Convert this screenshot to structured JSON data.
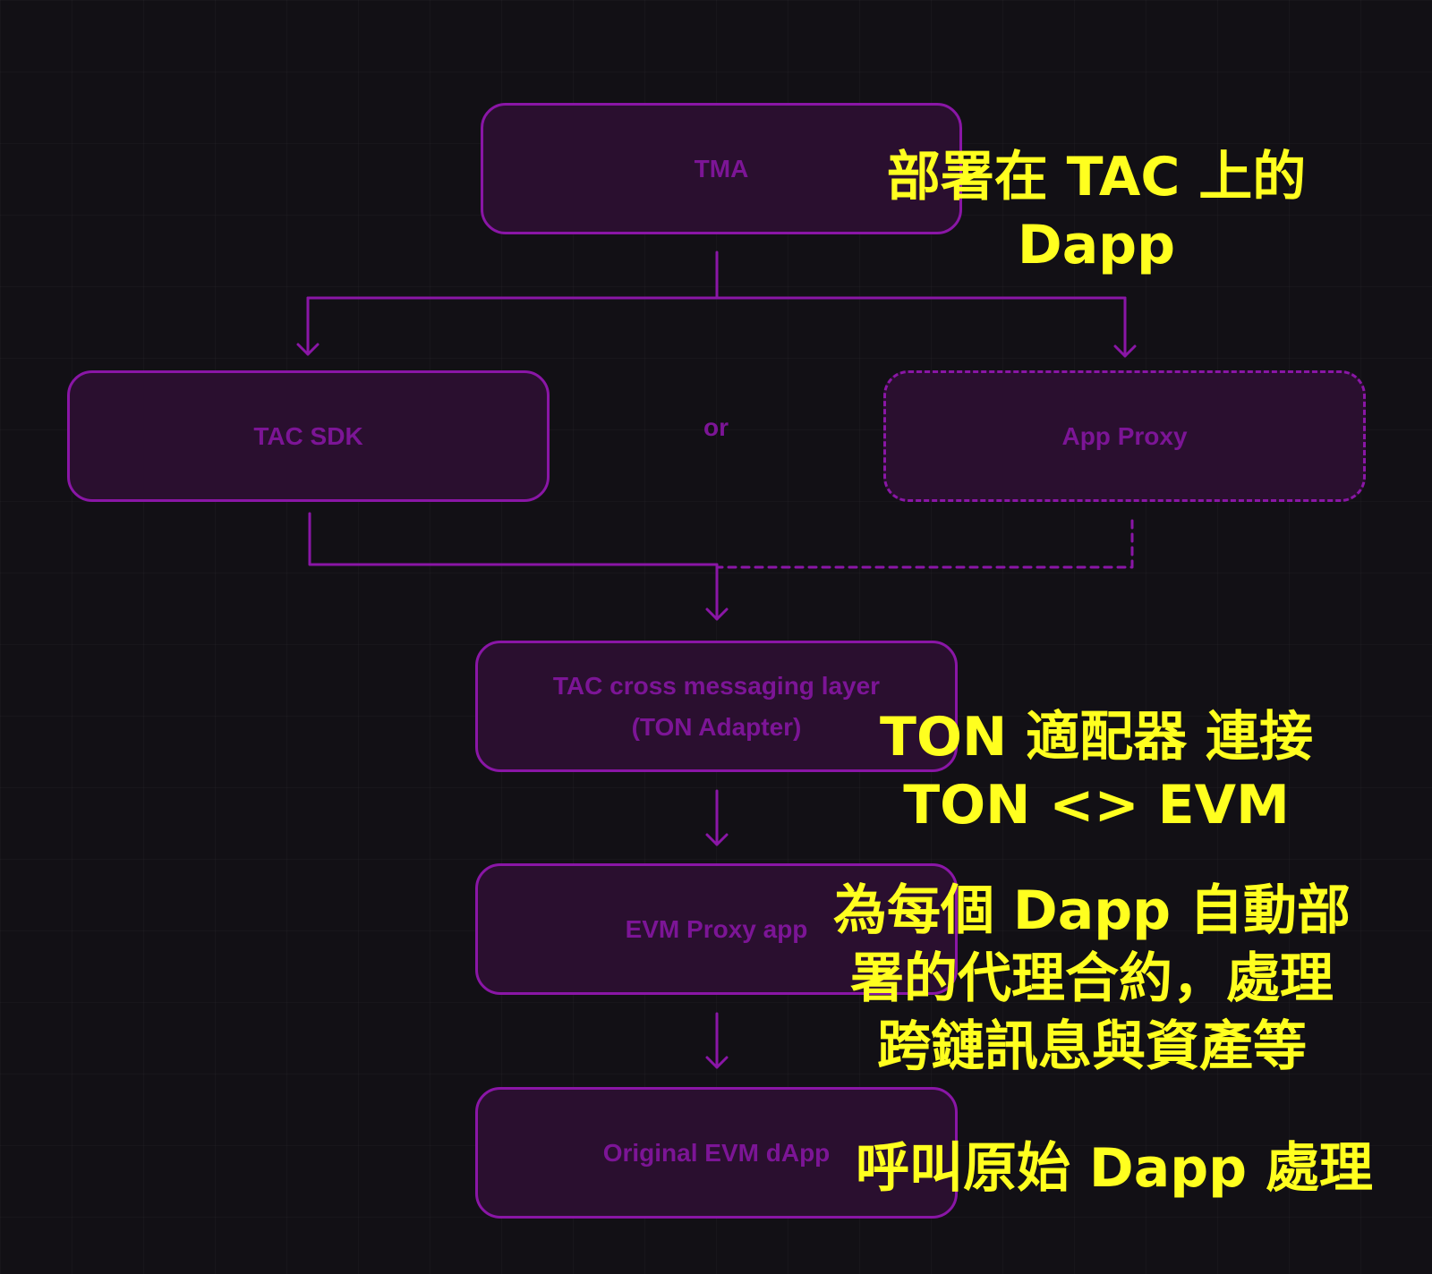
{
  "nodes": {
    "tma": "TMA",
    "tac_sdk": "TAC SDK",
    "or_label": "or",
    "app_proxy": "App Proxy",
    "cross_messaging": {
      "line1": "TAC cross messaging layer",
      "line2": "(TON Adapter)"
    },
    "evm_proxy": "EVM Proxy app",
    "original_dapp": "Original EVM dApp"
  },
  "annotations": {
    "tac_dapp": {
      "line1": "部署在 TAC 上的",
      "line2": "Dapp"
    },
    "ton_adapter": {
      "line1": "TON 適配器  連接",
      "line2": "TON <> EVM"
    },
    "proxy_contract": {
      "line1": "為每個 Dapp 自動部",
      "line2": "署的代理合約，處理",
      "line3": "跨鏈訊息與資產等"
    },
    "call_original": "呼叫原始 Dapp 處理"
  },
  "colors": {
    "background": "#121015",
    "node_border": "#8a16a6",
    "node_fill": "#2a0f2f",
    "node_text": "#7c1596",
    "annotation_text": "#ffff1f"
  }
}
